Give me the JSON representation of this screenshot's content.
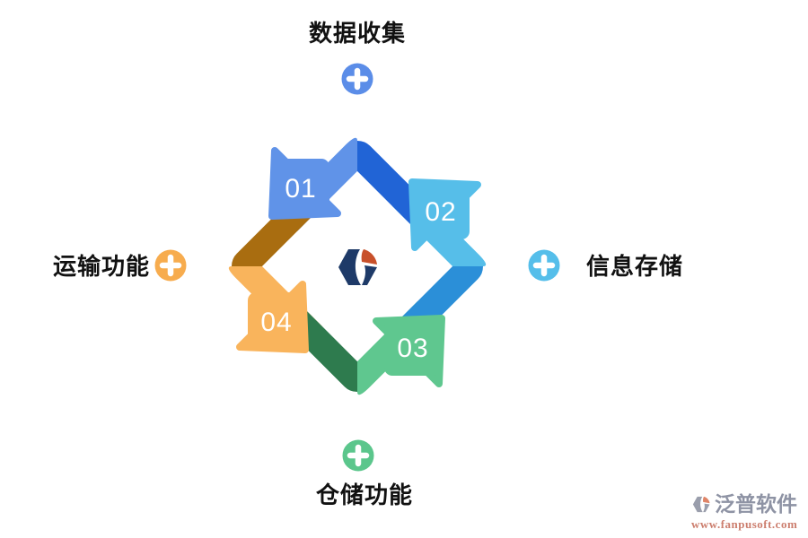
{
  "diagram": {
    "nodes": [
      {
        "position": "top",
        "label": "数据收集",
        "plus_color": "#5B8DE8"
      },
      {
        "position": "right",
        "label": "信息存储",
        "plus_color": "#55BEEA"
      },
      {
        "position": "bottom",
        "label": "仓储功能",
        "plus_color": "#5BC68C"
      },
      {
        "position": "left",
        "label": "运输功能",
        "plus_color": "#F7AC4E"
      }
    ],
    "steps": [
      {
        "number": "01",
        "light": "#6093E8",
        "dark": "#2164D6"
      },
      {
        "number": "02",
        "light": "#56BEE9",
        "dark": "#2B8FD8"
      },
      {
        "number": "03",
        "light": "#5FC78F",
        "dark": "#2E7B4E"
      },
      {
        "number": "04",
        "light": "#F9B45C",
        "dark": "#A96D10"
      }
    ],
    "center_logo": {
      "name": "fanpu-logo",
      "navy": "#1E3A68",
      "orange": "#C8502A"
    }
  },
  "watermark": {
    "brand": "泛普软件",
    "url": "www.fanpusoft.com",
    "brand_color": "#8E93A4",
    "url_color": "#CC7E6E",
    "logo_gray": "#9A9EAC",
    "logo_accent": "#DF8568"
  }
}
